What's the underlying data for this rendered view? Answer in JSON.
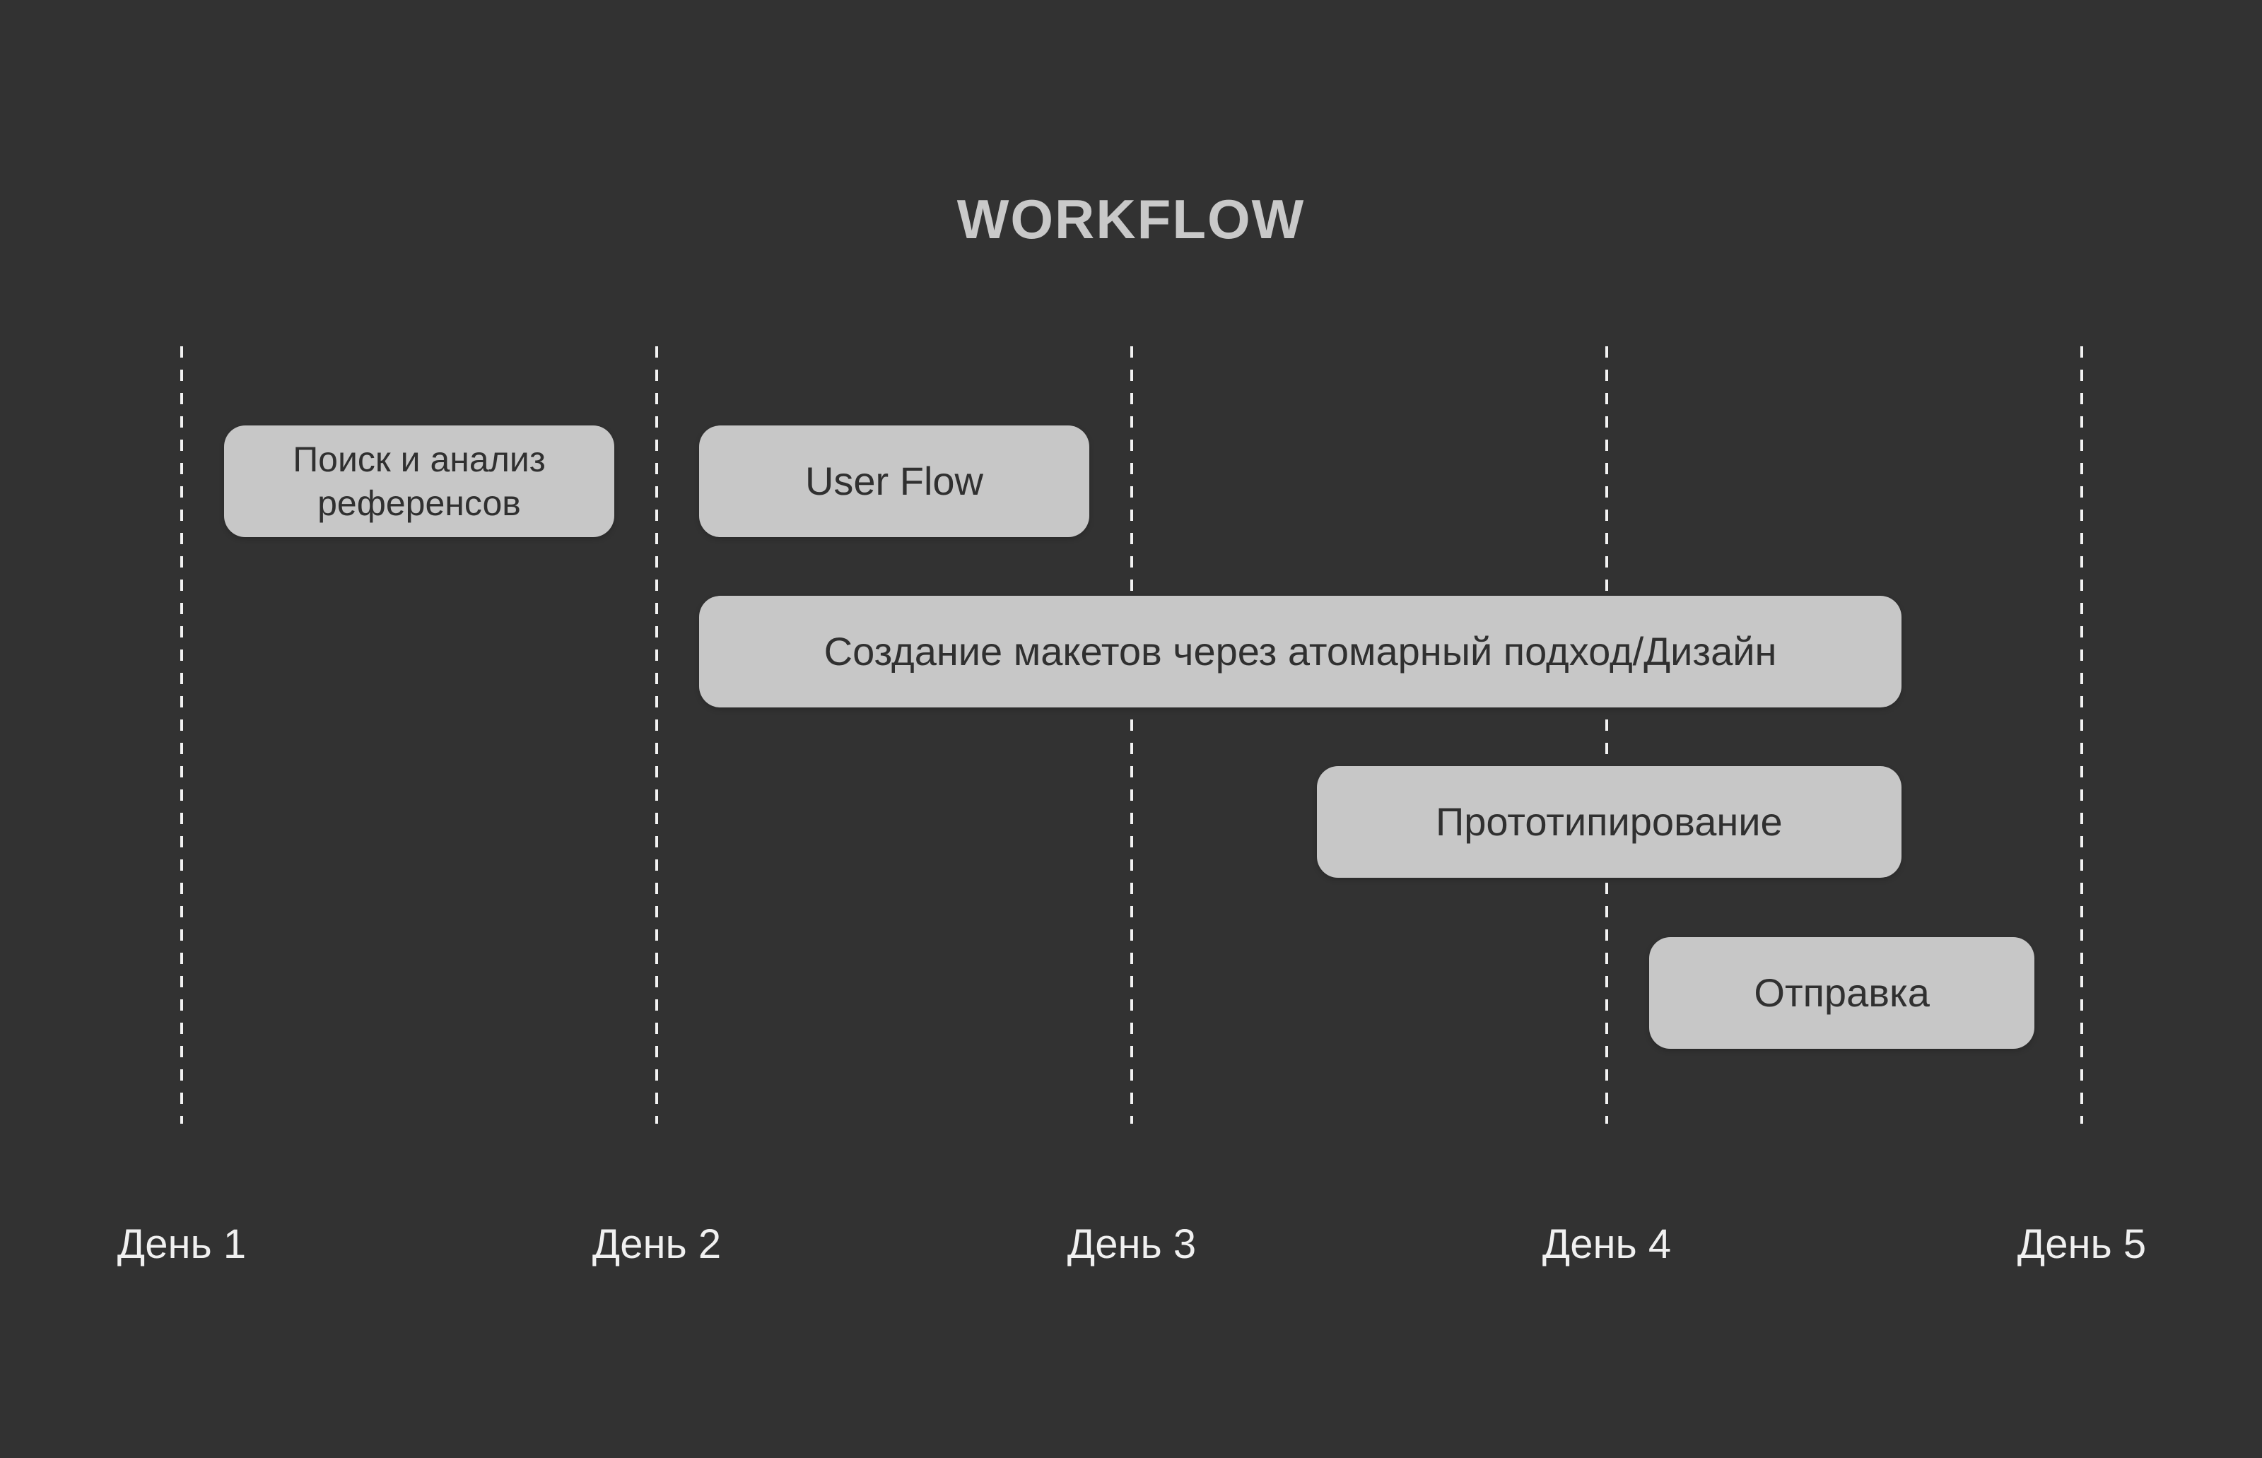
{
  "title": "WORKFLOW",
  "colors": {
    "background": "#323232",
    "bar_fill": "#C7C7C7",
    "bar_text": "#303030",
    "title_text": "#C9C9C9",
    "tick_text": "#F0F0F0",
    "gridline": "#F2F2F2"
  },
  "chart_data": {
    "type": "bar",
    "subtype": "gantt-timeline",
    "title": "WORKFLOW",
    "xlabel": "",
    "ylabel": "",
    "x_axis": {
      "range": [
        1,
        5
      ],
      "tick_values": [
        1,
        2,
        3,
        4,
        5
      ],
      "tick_labels": [
        "День 1",
        "День 2",
        "День 3",
        "День 4",
        "День 5"
      ],
      "gridlines": "dashed-vertical",
      "legend": "none"
    },
    "tasks": [
      {
        "label": "Поиск и анализ референсов",
        "row": 0,
        "start_day": 1.09,
        "end_day": 1.91,
        "multiline": true
      },
      {
        "label": "User Flow",
        "row": 0,
        "start_day": 2.09,
        "end_day": 2.91,
        "multiline": false
      },
      {
        "label": "Создание макетов через атомарный подход/Дизайн",
        "row": 1,
        "start_day": 2.09,
        "end_day": 4.62,
        "multiline": false
      },
      {
        "label": "Прототипирование",
        "row": 2,
        "start_day": 3.39,
        "end_day": 4.62,
        "multiline": false
      },
      {
        "label": "Отправка",
        "row": 3,
        "start_day": 4.09,
        "end_day": 4.9,
        "multiline": false
      }
    ]
  }
}
